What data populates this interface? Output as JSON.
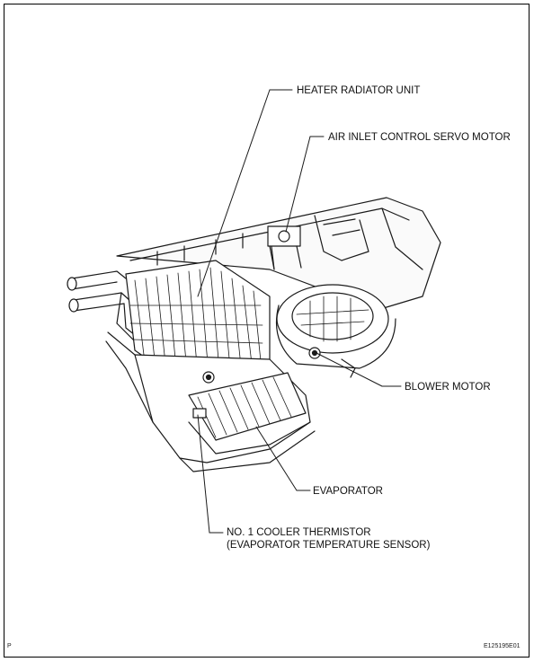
{
  "labels": {
    "heater_radiator_unit": "HEATER RADIATOR UNIT",
    "air_inlet_control_servo_motor": "AIR INLET CONTROL SERVO MOTOR",
    "blower_motor": "BLOWER MOTOR",
    "evaporator": "EVAPORATOR",
    "cooler_thermistor_line1": "NO. 1 COOLER THERMISTOR",
    "cooler_thermistor_line2": "(EVAPORATOR TEMPERATURE SENSOR)"
  },
  "footer": {
    "page_mark": "P",
    "figure_code": "E125195E01"
  }
}
